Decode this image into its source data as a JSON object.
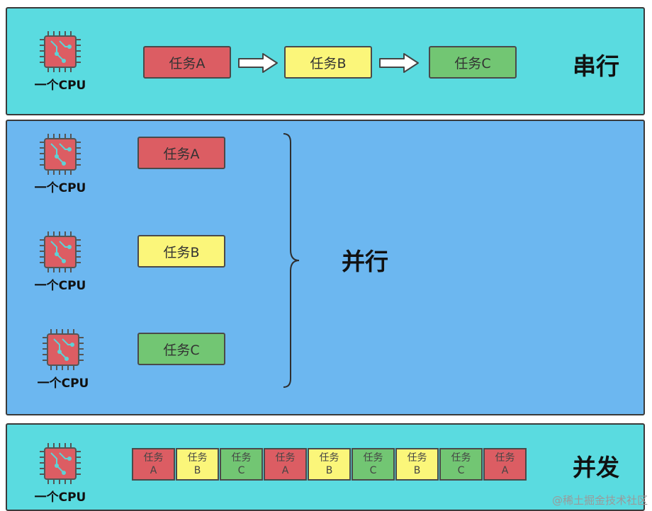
{
  "cpu_label": "一个CPU",
  "serial": {
    "title": "串行",
    "tasks": [
      "任务A",
      "任务B",
      "任务C"
    ]
  },
  "parallel": {
    "title": "并行",
    "tasks": [
      "任务A",
      "任务B",
      "任务C"
    ]
  },
  "concurrent": {
    "title": "并发",
    "slices": [
      {
        "top": "任务",
        "bottom": "A"
      },
      {
        "top": "任务",
        "bottom": "B"
      },
      {
        "top": "任务",
        "bottom": "C"
      },
      {
        "top": "任务",
        "bottom": "A"
      },
      {
        "top": "任务",
        "bottom": "B"
      },
      {
        "top": "任务",
        "bottom": "C"
      },
      {
        "top": "任务",
        "bottom": "B"
      },
      {
        "top": "任务",
        "bottom": "C"
      },
      {
        "top": "任务",
        "bottom": "A"
      }
    ]
  },
  "watermark": "@稀土掘金技术社区",
  "colors": {
    "serial_panel": "#5adbe0",
    "parallel_panel": "#6cb7f0",
    "concurrent_panel": "#5adbe0",
    "task_a": "#dc5d63",
    "task_b": "#fbf67a",
    "task_c": "#72c673"
  },
  "icons": [
    "cpu-chip-icon",
    "arrow-right-icon",
    "curly-brace-icon"
  ]
}
